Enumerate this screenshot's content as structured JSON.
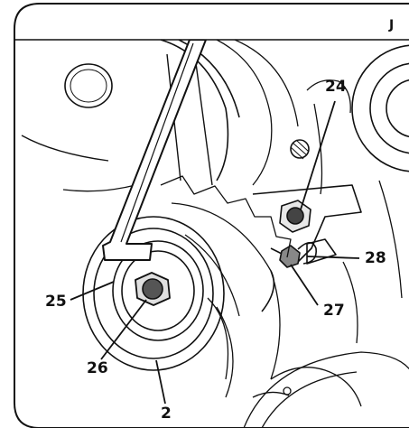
{
  "section_letter": "J",
  "callouts": {
    "c24": "24",
    "c28": "28",
    "c27": "27",
    "c25": "25",
    "c26": "26",
    "c2": "2"
  }
}
